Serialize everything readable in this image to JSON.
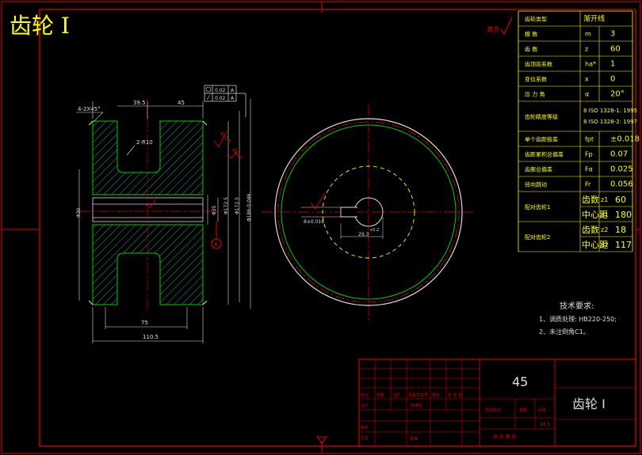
{
  "title": "齿轮 I",
  "roughness_note": "其余",
  "params": {
    "rows": [
      {
        "label": "齿轮类型",
        "symbol": "",
        "value": "渐开线"
      },
      {
        "label": "模    数",
        "symbol": "m",
        "value": "3"
      },
      {
        "label": "齿    数",
        "symbol": "z",
        "value": "60"
      },
      {
        "label": "齿顶高系数",
        "symbol": "ha*",
        "value": "1"
      },
      {
        "label": "变位系数",
        "symbol": "x",
        "value": "0"
      },
      {
        "label": "压 力 角",
        "symbol": "α",
        "value": "20°"
      },
      {
        "label": "齿轮精度等级",
        "symbol": "",
        "value": "8 ISO 1328-1: 1995\n8 ISO 1328-2: 1997"
      },
      {
        "label": "单个齿距极差",
        "symbol": "fpt",
        "value": "±0.018"
      },
      {
        "label": "齿距累积总偏差",
        "symbol": "Fp",
        "value": "0.07"
      },
      {
        "label": "齿廓总偏差",
        "symbol": "Fα",
        "value": "0.025"
      },
      {
        "label": "径向跳动",
        "symbol": "Fr",
        "value": "0.056"
      }
    ],
    "mating": [
      {
        "label": "配对齿轮1",
        "rows": [
          {
            "k": "齿数",
            "s": "z1",
            "v": "60"
          },
          {
            "k": "中心距",
            "s": "a1",
            "v": "180"
          }
        ]
      },
      {
        "label": "配对齿轮2",
        "rows": [
          {
            "k": "齿数",
            "s": "z2",
            "v": "18"
          },
          {
            "k": "中心距",
            "s": "a2",
            "v": "117"
          }
        ]
      }
    ]
  },
  "tech": {
    "heading": "技术要求:",
    "items": [
      "1、调质处理: HB220-250;",
      "2、未注倒角C1。"
    ]
  },
  "titleblock": {
    "material": "45",
    "part_name": "齿轮 I",
    "scale": "16.5",
    "cells": [
      "标记",
      "处数",
      "分区",
      "更改文件号",
      "签名",
      "年.月.日",
      "设计",
      "标准化",
      "阶段标记",
      "重量",
      "比例",
      "审核",
      "工艺",
      "批准",
      "共  张  第  张"
    ]
  },
  "dims": {
    "chamfer": "4-2X45°",
    "d1": "39.5",
    "d2": "45",
    "radius": "2-R10",
    "bore": "Φ30",
    "keyway": "Φ35",
    "hub": "Φ172.5",
    "root": "Φ172.5",
    "outer": "Φ186-0.046",
    "w75": "75",
    "w110": "110.5",
    "tol1": "0.02",
    "tol2": "0.02",
    "datum": "A",
    "r1": "Ra1.6",
    "r2": "Ra3.2",
    "key_w": "8±0.018",
    "key_d": "29.3",
    "key_d2": "+0.2"
  }
}
